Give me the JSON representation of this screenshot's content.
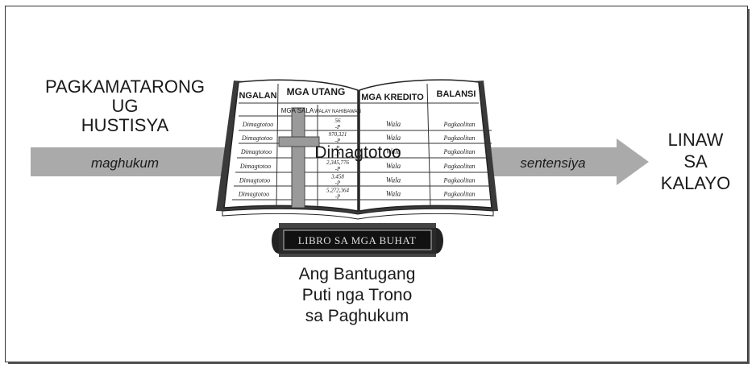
{
  "left_label": {
    "lines": [
      "PAGKAMATARONG",
      "UG",
      "HUSTISYA"
    ],
    "arrow_label": "maghukum"
  },
  "right_label": {
    "lines": [
      "LINAW",
      "SA",
      "KALAYO"
    ],
    "arrow_label": "sentensiya"
  },
  "book": {
    "center_text": "Dimagtotoo",
    "headers": {
      "name": "NGALAN",
      "debts": "MGA UTANG",
      "sins": "MGA SALA",
      "unknown_sins": "WALAY NAHIBAWAN",
      "credits": "MGA KREDITO",
      "balance": "BALANSI"
    },
    "rows": [
      {
        "name": "Dimagtotoo",
        "amount": "56",
        "unit": "-P",
        "credit": "Wala",
        "balance": "Pagkaolitan"
      },
      {
        "name": "Dimagtotoo",
        "amount": "970,321",
        "unit": "-P",
        "credit": "Wala",
        "balance": "Pagkaolitan"
      },
      {
        "name": "Dimagtotoo",
        "amount": "P",
        "unit": "-P",
        "credit": "Wala",
        "balance": "Pagkaolitan"
      },
      {
        "name": "Dimagtotoo",
        "amount": "2,345,776",
        "unit": "-P",
        "credit": "Wala",
        "balance": "Pagkaolitan"
      },
      {
        "name": "Dimagtotoo",
        "amount": "3,458",
        "unit": "-P",
        "credit": "Wala",
        "balance": "Pagkaolitan"
      },
      {
        "name": "Dimagtotoo",
        "amount": "5,272,364",
        "unit": "-P",
        "credit": "Wala",
        "balance": "Pagkaolitan"
      }
    ],
    "closed_book_title": "LIBRO SA MGA BUHAT"
  },
  "throne_label": [
    "Ang Bantugang",
    "Puti nga Trono",
    "sa Paghukum"
  ],
  "colors": {
    "arrow": "#aaaaaa",
    "cross": "#9a9a9a",
    "book_spine": "#333333",
    "text": "#1a1a1a"
  }
}
